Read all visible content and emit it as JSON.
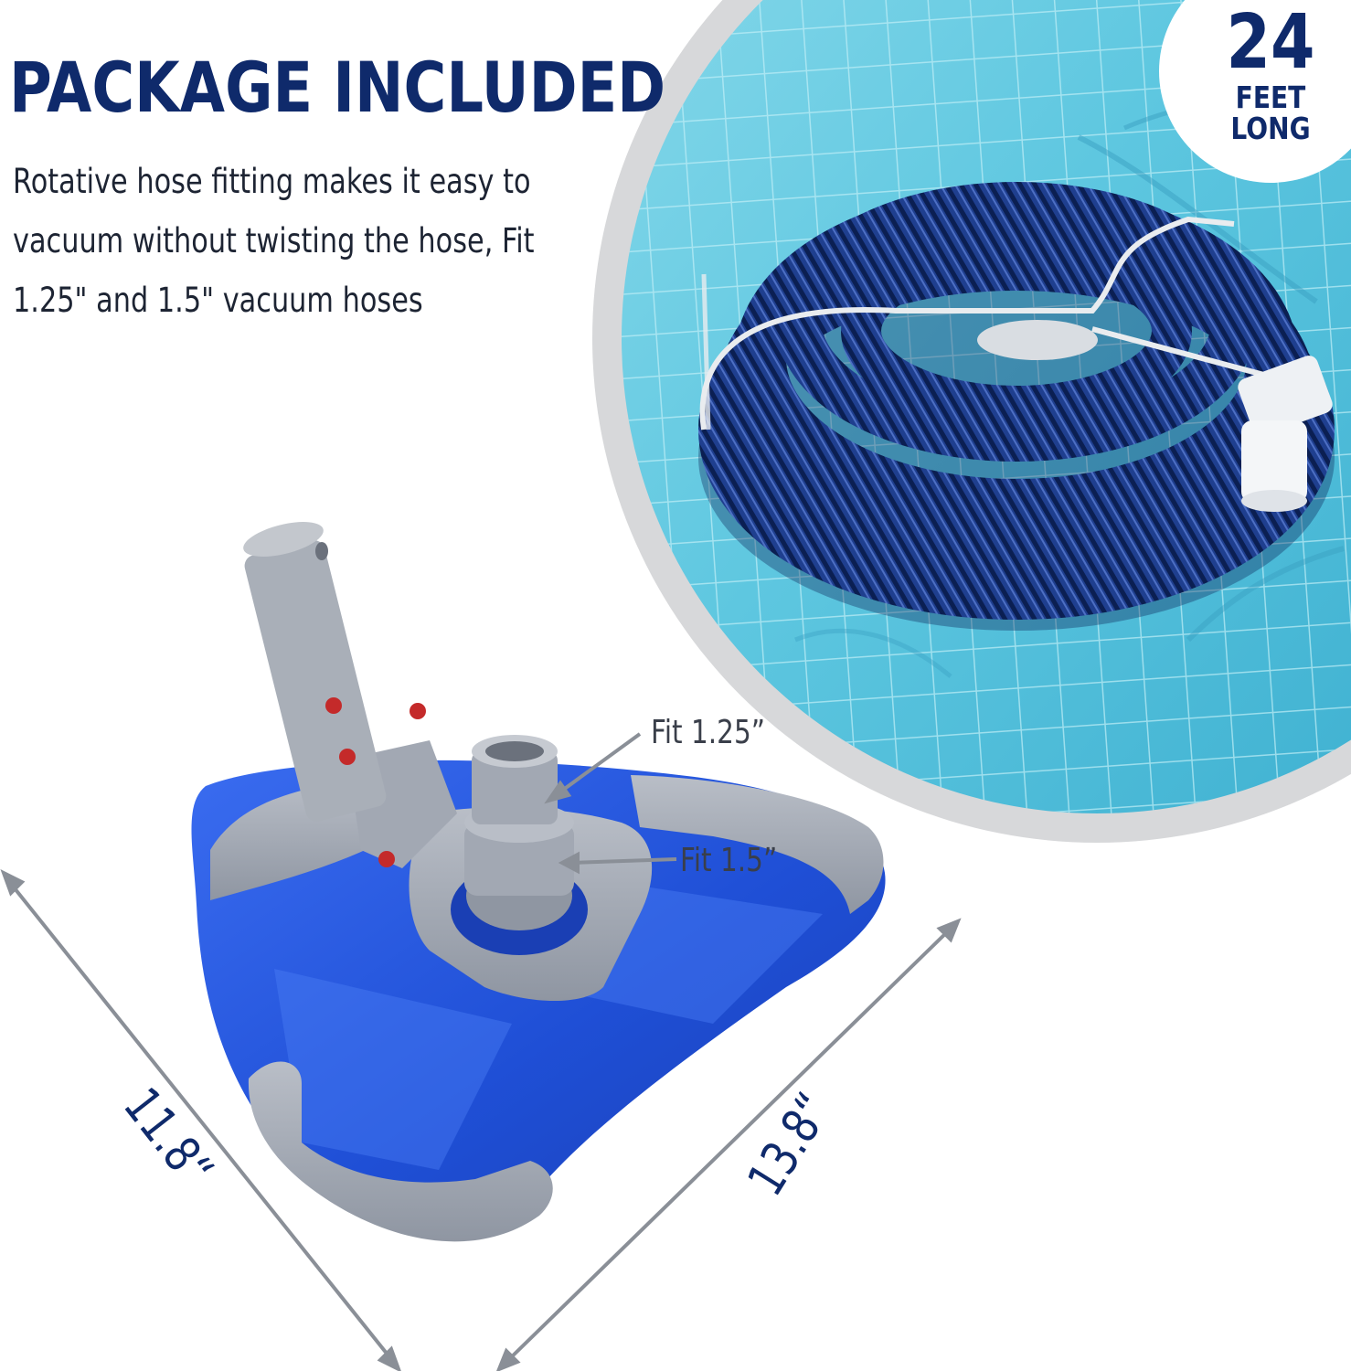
{
  "header": {
    "title": "PACKAGE INCLUDED",
    "description": "Rotative hose fitting makes it easy to vacuum without twisting the hose, Fit 1.25\" and 1.5\" vacuum hoses"
  },
  "badge": {
    "number": "24",
    "line1": "FEET",
    "line2": "LONG"
  },
  "callouts": {
    "fit_small": "Fit 1.25”",
    "fit_large": "Fit 1.5”"
  },
  "dimensions": {
    "left_side": "11.8“",
    "right_side": "13.8“"
  },
  "colors": {
    "navy": "#0f2a6b",
    "pool_water": "#5ec7e0",
    "hose_blue": "#1f3f8f",
    "vacuum_body_blue": "#1f4fd6",
    "vacuum_frame_gray": "#a2a8b3",
    "circle_frame_gray": "#d7d8da"
  },
  "icons": [
    "hose-coil-illustration",
    "pool-vacuum-head-illustration",
    "red-pin-icon"
  ]
}
